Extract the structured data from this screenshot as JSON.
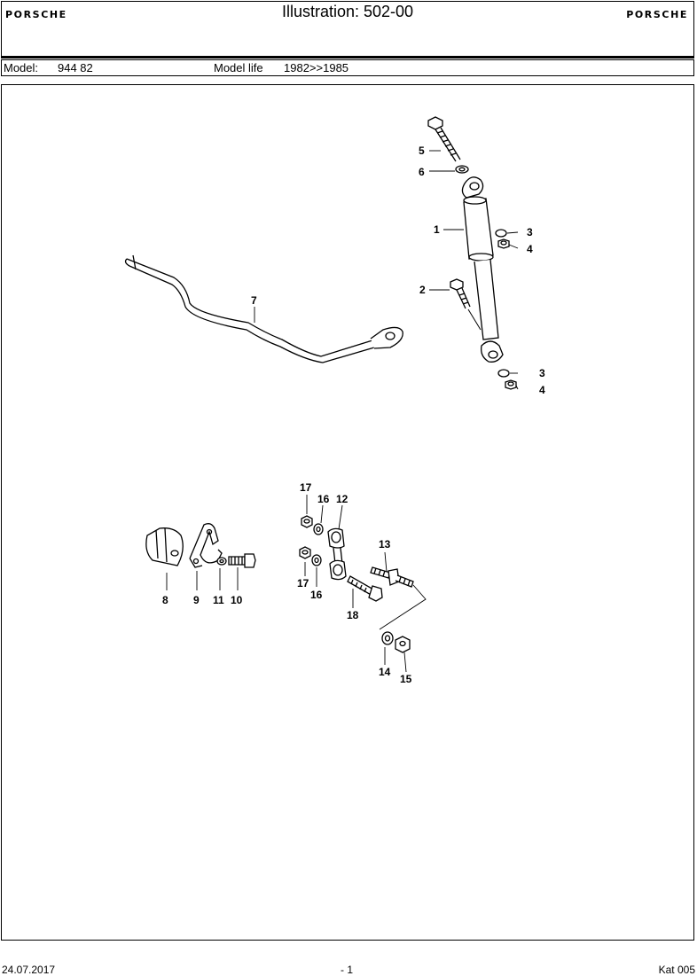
{
  "header": {
    "logo_left": "PORSCHE",
    "title": "Illustration: 502-00",
    "logo_right": "PORSCHE"
  },
  "model_row": {
    "model_label": "Model:",
    "model_value": "944 82",
    "life_label": "Model life",
    "life_value": "1982>>1985"
  },
  "callouts": {
    "c1": "1",
    "c2": "2",
    "c3a": "3",
    "c3b": "3",
    "c4a": "4",
    "c4b": "4",
    "c5": "5",
    "c6": "6",
    "c7": "7",
    "c8": "8",
    "c9": "9",
    "c10": "10",
    "c11": "11",
    "c12": "12",
    "c13": "13",
    "c14": "14",
    "c15": "15",
    "c16a": "16",
    "c16b": "16",
    "c17a": "17",
    "c17b": "17",
    "c18": "18"
  },
  "footer": {
    "date": "24.07.2017",
    "page": "- 1",
    "catalog": "Kat 005"
  }
}
